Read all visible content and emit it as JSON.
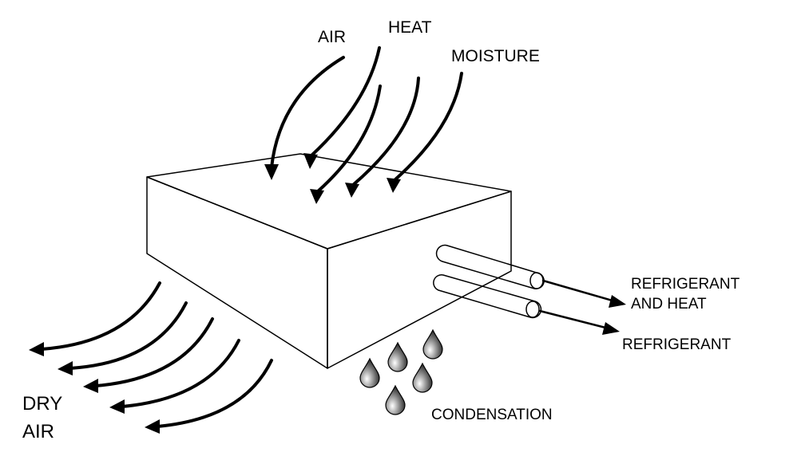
{
  "labels": {
    "air": "AIR",
    "heat": "HEAT",
    "moisture": "MOISTURE",
    "refrigerant_and_heat_line1": "REFRIGERANT",
    "refrigerant_and_heat_line2": "AND HEAT",
    "refrigerant": "REFRIGERANT",
    "condensation": "CONDENSATION",
    "dry_air_line1": "DRY",
    "dry_air_line2": "AIR"
  }
}
